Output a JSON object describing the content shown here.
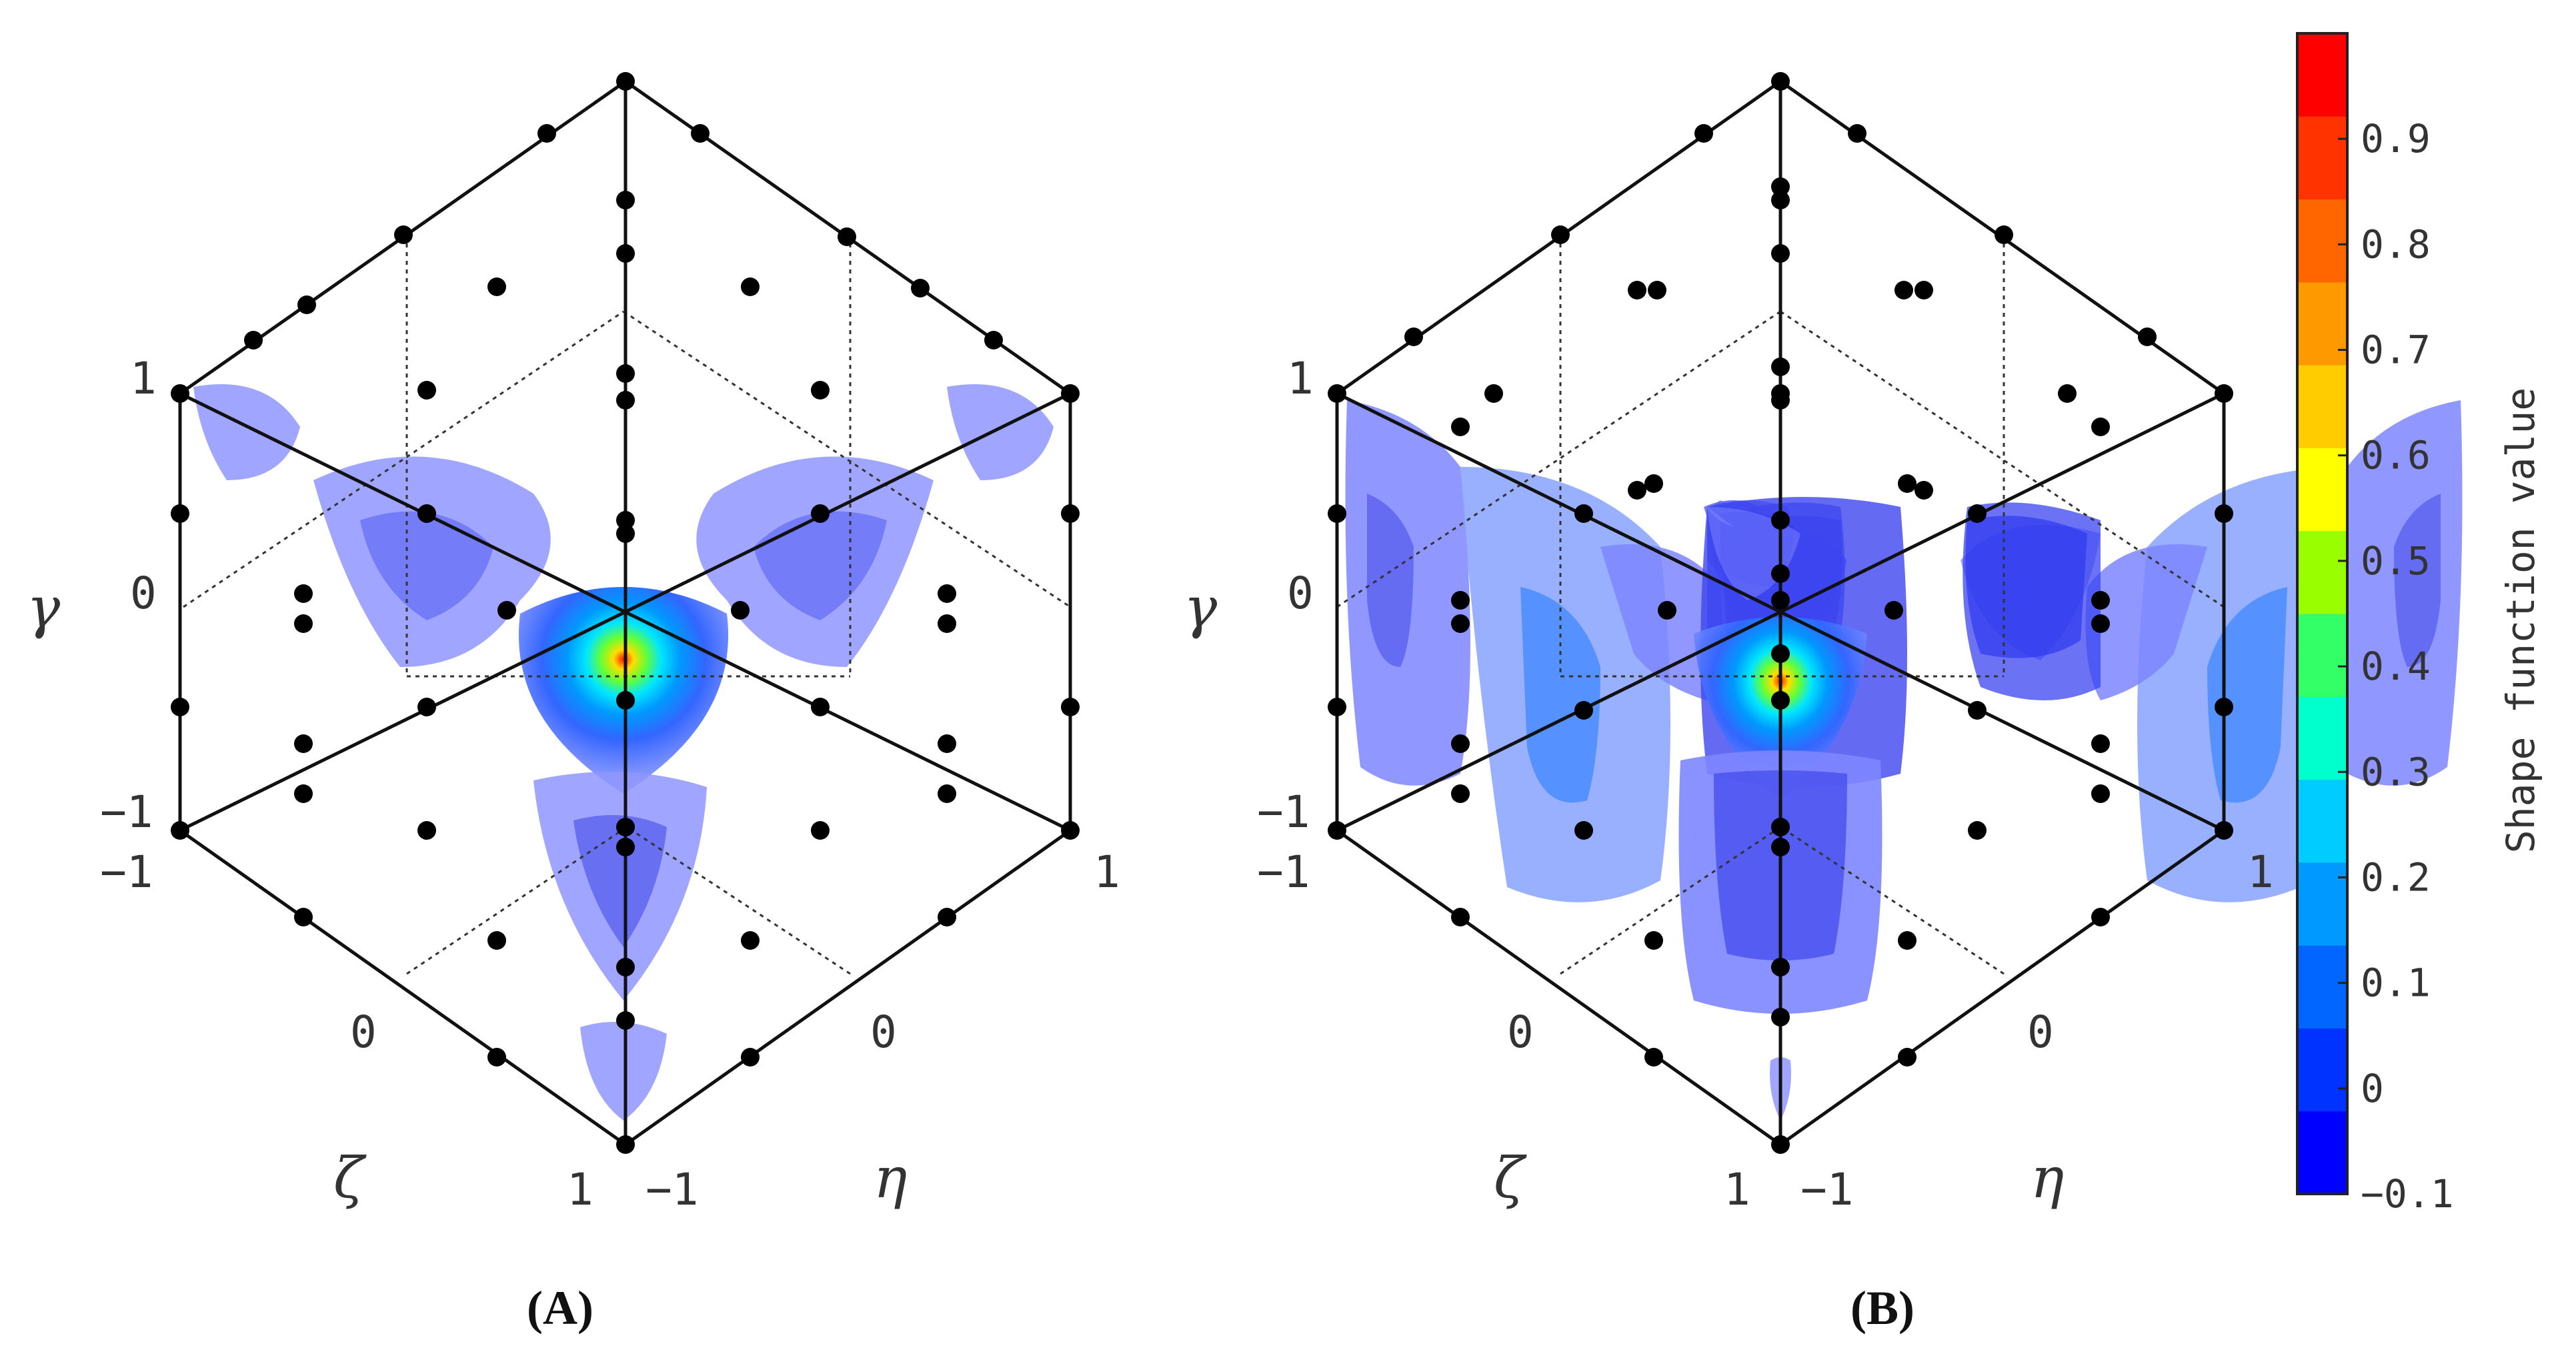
{
  "panels": [
    {
      "label_open": "(",
      "label_letter": "A",
      "label_close": ")",
      "axis_labels": {
        "gamma": "γ",
        "zeta": "ζ",
        "eta": "η"
      },
      "ticks": {
        "gamma_top": "1",
        "gamma_mid": "0",
        "gamma_bottom": "−1",
        "zeta_start": "−1",
        "zeta_mid": "0",
        "zeta_end": "1",
        "eta_start": "−1",
        "eta_mid": "0",
        "eta_end": "1"
      }
    },
    {
      "label_open": "(",
      "label_letter": "B",
      "label_close": ")",
      "axis_labels": {
        "gamma": "γ",
        "zeta": "ζ",
        "eta": "η"
      },
      "ticks": {
        "gamma_top": "1",
        "gamma_mid": "0",
        "gamma_bottom": "−1",
        "zeta_start": "−1",
        "zeta_mid": "0",
        "zeta_end": "1",
        "eta_start": "−1",
        "eta_mid": "0",
        "eta_end": "1"
      }
    }
  ],
  "colorbar": {
    "title": "Shape function value",
    "ticks": [
      "0.9",
      "0.8",
      "0.7",
      "0.6",
      "0.5",
      "0.4",
      "0.3",
      "0.2",
      "0.1",
      "0",
      "−0.1"
    ],
    "min": -0.1,
    "max": 1.0,
    "colors": [
      "#0000ff",
      "#0033ff",
      "#0066ff",
      "#0099ff",
      "#00ccff",
      "#00ffcc",
      "#33ff66",
      "#99ff00",
      "#ffff00",
      "#ffcc00",
      "#ff9900",
      "#ff6600",
      "#ff3300",
      "#ff0000"
    ]
  }
}
